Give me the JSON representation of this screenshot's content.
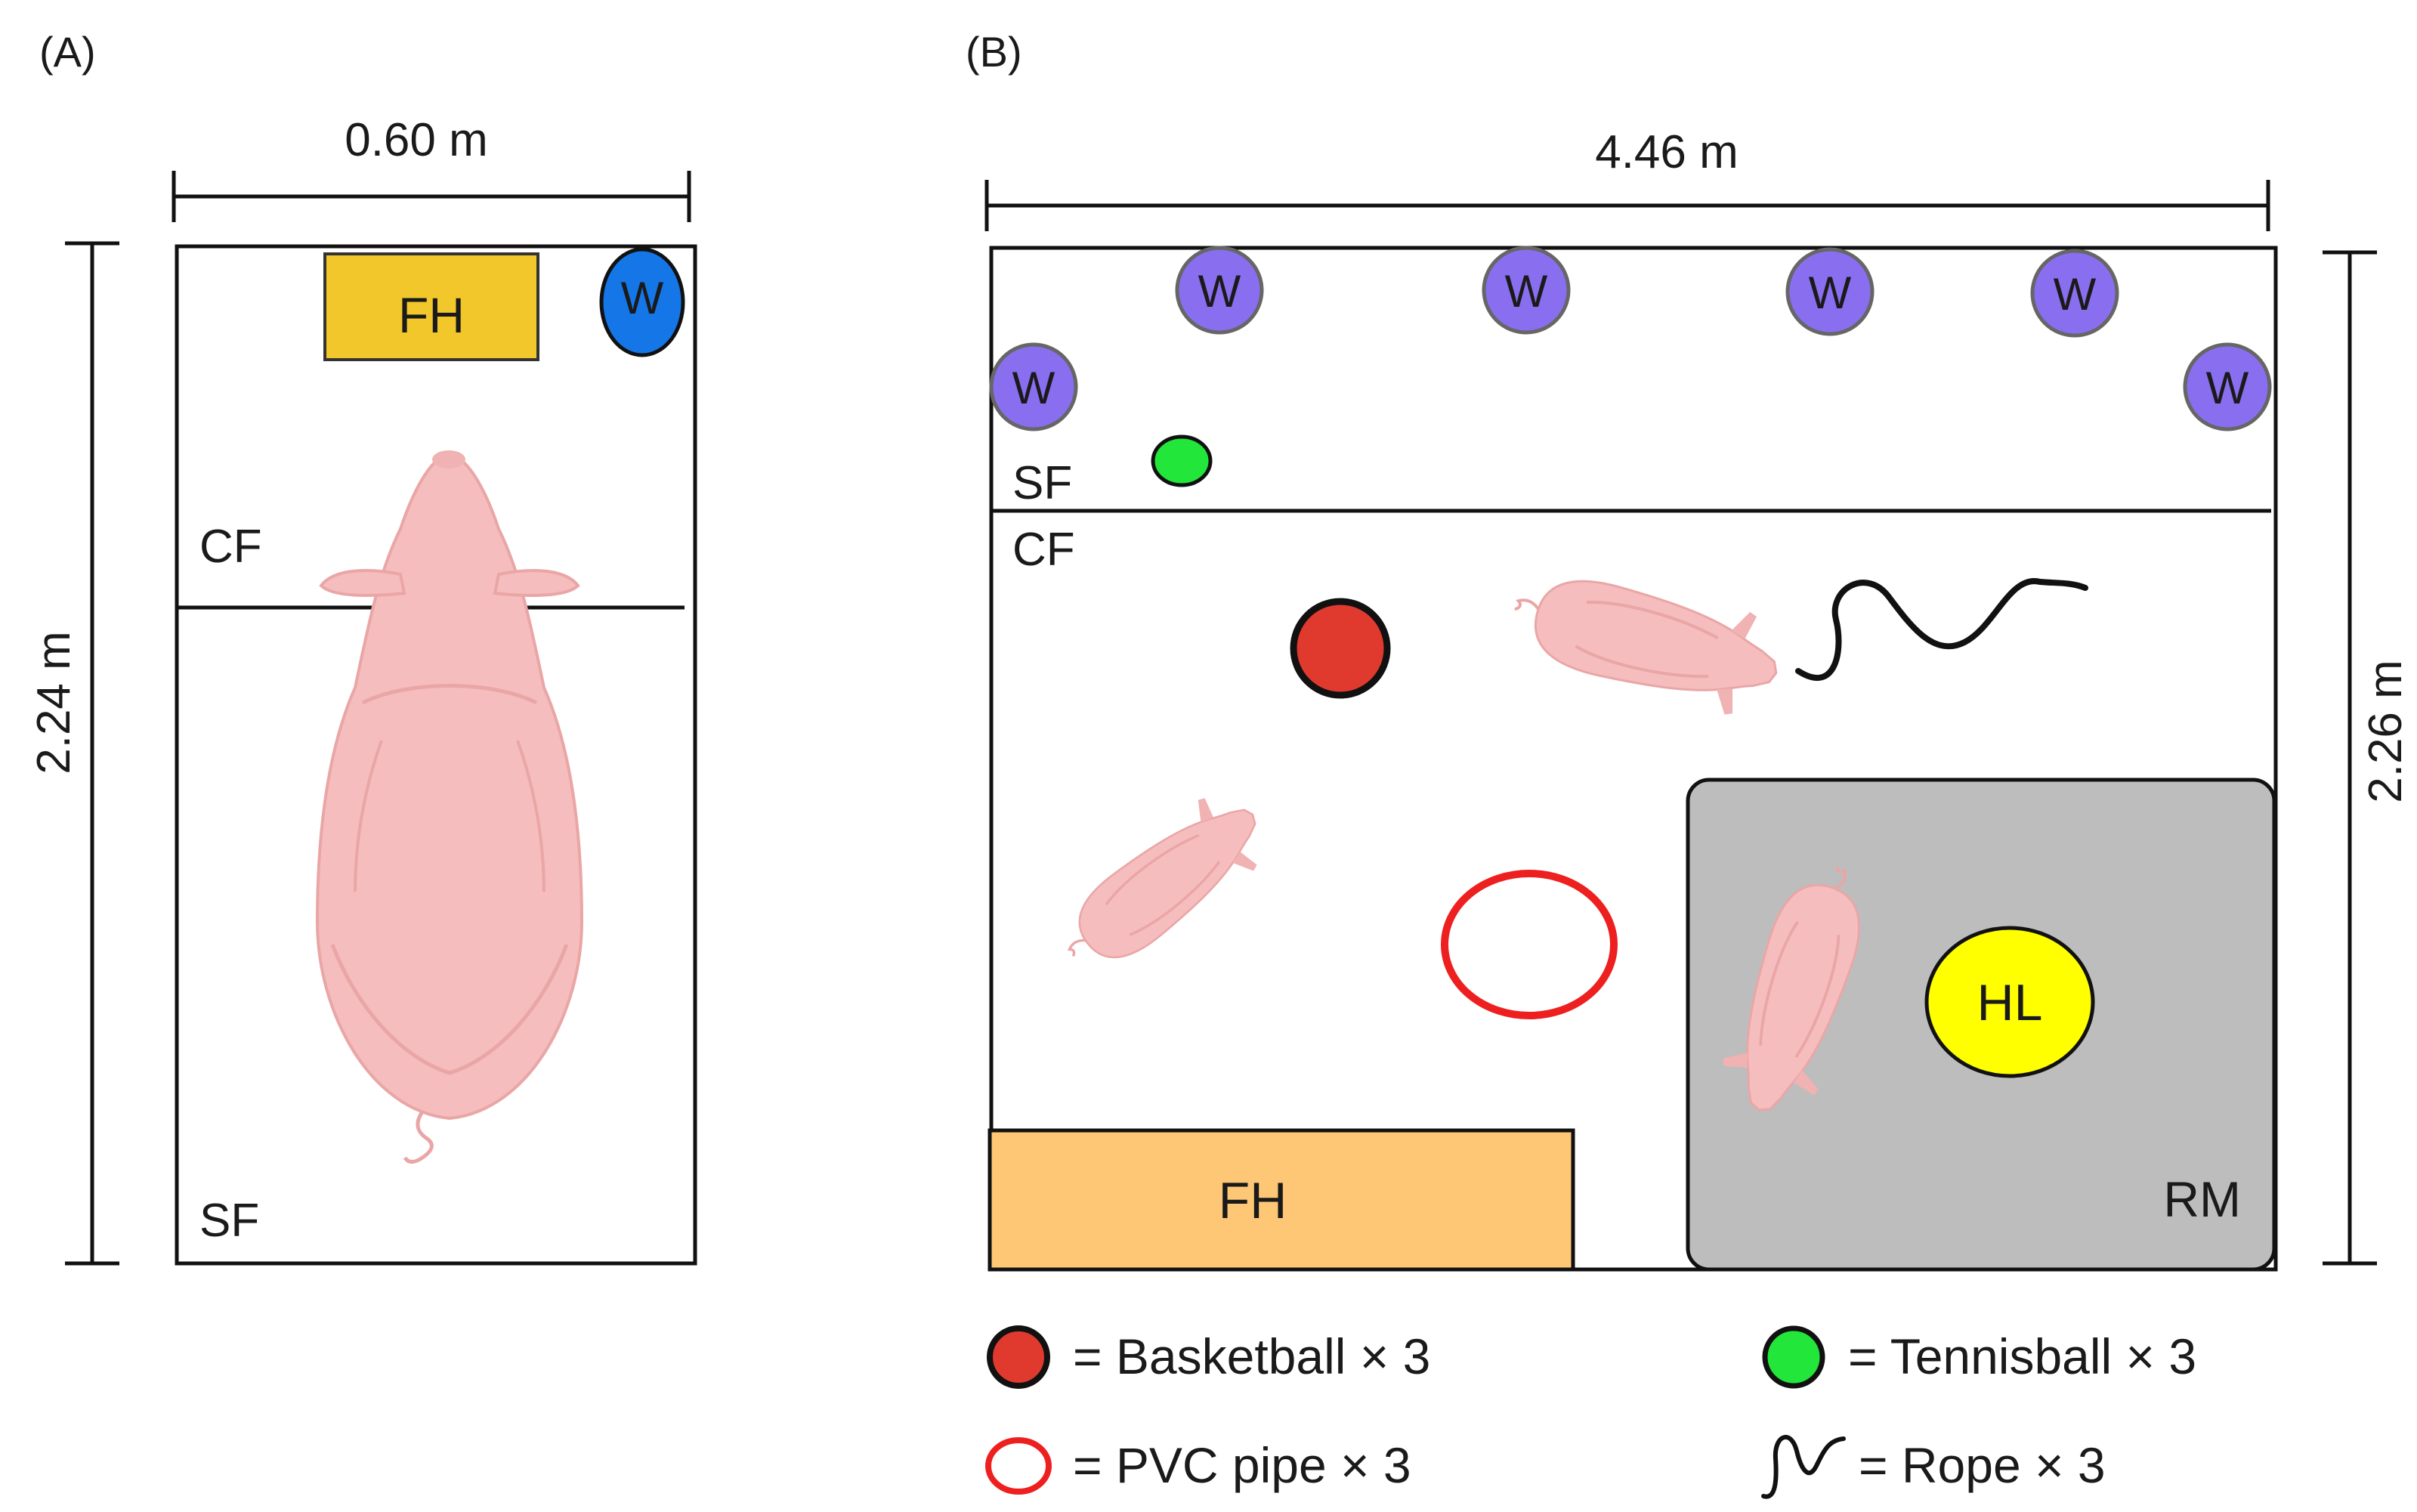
{
  "panel_a": {
    "label": "(A)",
    "width_label": "0.60 m",
    "height_label": "2.24 m",
    "feeder_label": "FH",
    "water_label": "W",
    "cf_label": "CF",
    "sf_label": "SF"
  },
  "panel_b": {
    "label": "(B)",
    "width_label": "4.46 m",
    "height_label": "2.26 m",
    "water_label": "W",
    "sf_label": "SF",
    "cf_label": "CF",
    "feeder_label": "FH",
    "mat_label": "RM",
    "lamp_label": "HL"
  },
  "legend": {
    "basketball": "= Basketball × 3",
    "tennisball": "= Tennisball × 3",
    "pvc": "= PVC pipe × 3",
    "rope": "= Rope × 3"
  },
  "colors": {
    "feeder_a": "#f2c72b",
    "feeder_b": "#fec775",
    "water_a": "#1576e8",
    "water_b": "#8a6ef0",
    "pig": "#f5bdbd",
    "pig_shade": "#eaa6a6",
    "basketball": "#e03a2e",
    "tennisball": "#22e63a",
    "pvc": "#ee1f1f",
    "mat": "#bdbdbd",
    "lamp": "#ffff00"
  },
  "icons": {
    "pig": "pig-icon",
    "rope": "rope-icon",
    "basketball": "basketball-icon",
    "tennisball": "tennisball-icon",
    "pvc": "pvc-pipe-icon"
  }
}
